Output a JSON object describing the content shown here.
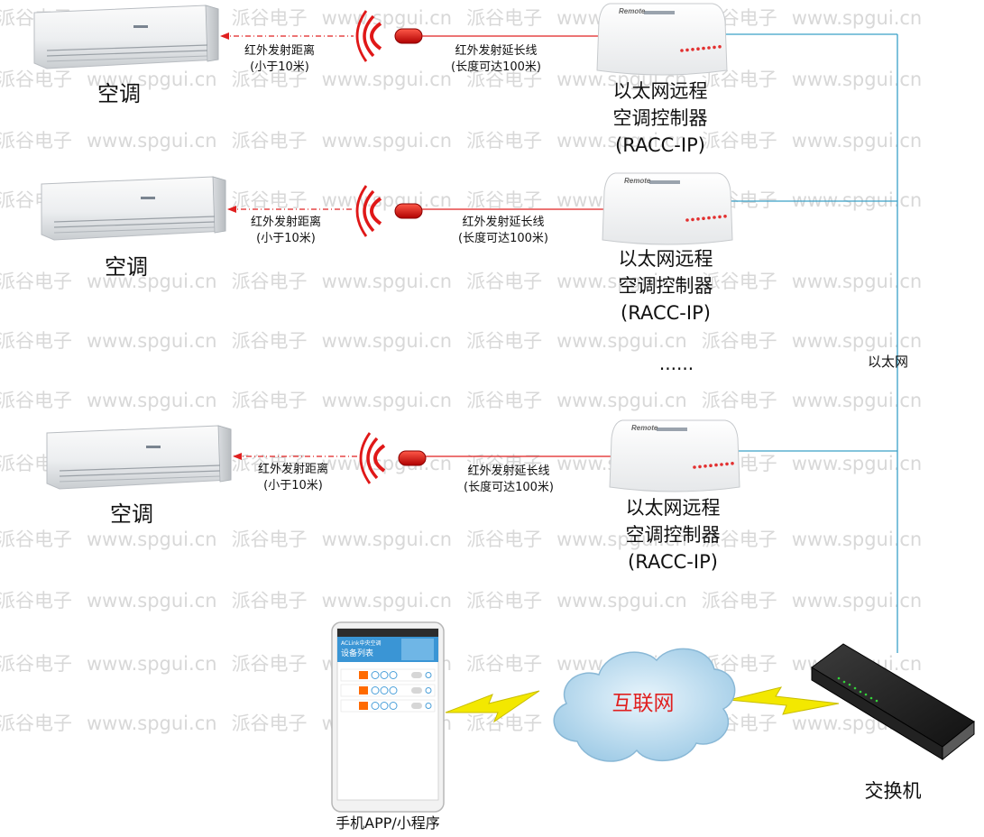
{
  "watermark": {
    "brand": "派谷电子",
    "url": "www.spgui.cn"
  },
  "units": [
    {
      "ac_label": "空调",
      "ir_distance": [
        "红外发射距离",
        "(小于10米)"
      ],
      "ext_cable": [
        "红外发射延长线",
        "(长度可达100米)"
      ],
      "controller": [
        "以太网远程",
        "空调控制器",
        "(RACC-IP)"
      ],
      "remote_brand": "Remote"
    },
    {
      "ac_label": "空调",
      "ir_distance": [
        "红外发射距离",
        "(小于10米)"
      ],
      "ext_cable": [
        "红外发射延长线",
        "(长度可达100米)"
      ],
      "controller": [
        "以太网远程",
        "空调控制器",
        "(RACC-IP)"
      ],
      "remote_brand": "Remote"
    },
    {
      "ac_label": "空调",
      "ir_distance": [
        "红外发射距离",
        "(小于10米)"
      ],
      "ext_cable": [
        "红外发射延长线",
        "(长度可达100米)"
      ],
      "controller": [
        "以太网远程",
        "空调控制器",
        "(RACC-IP)"
      ],
      "remote_brand": "Remote"
    }
  ],
  "ellipsis": "......",
  "ethernet_label": "以太网",
  "internet_label": "互联网",
  "switch_label": "交换机",
  "phone_label": "手机APP/小程序",
  "phone_screen": {
    "header_title": "ACLink中央空调",
    "header_subtitle": "设备列表"
  },
  "colors": {
    "cable_red": "#e02020",
    "ethernet_blue": "#3aa0c8",
    "lightning": "#f3e800",
    "cloud": "#bfe0f2",
    "internet_text": "#e02020",
    "watermark": "#d8d8d8"
  }
}
